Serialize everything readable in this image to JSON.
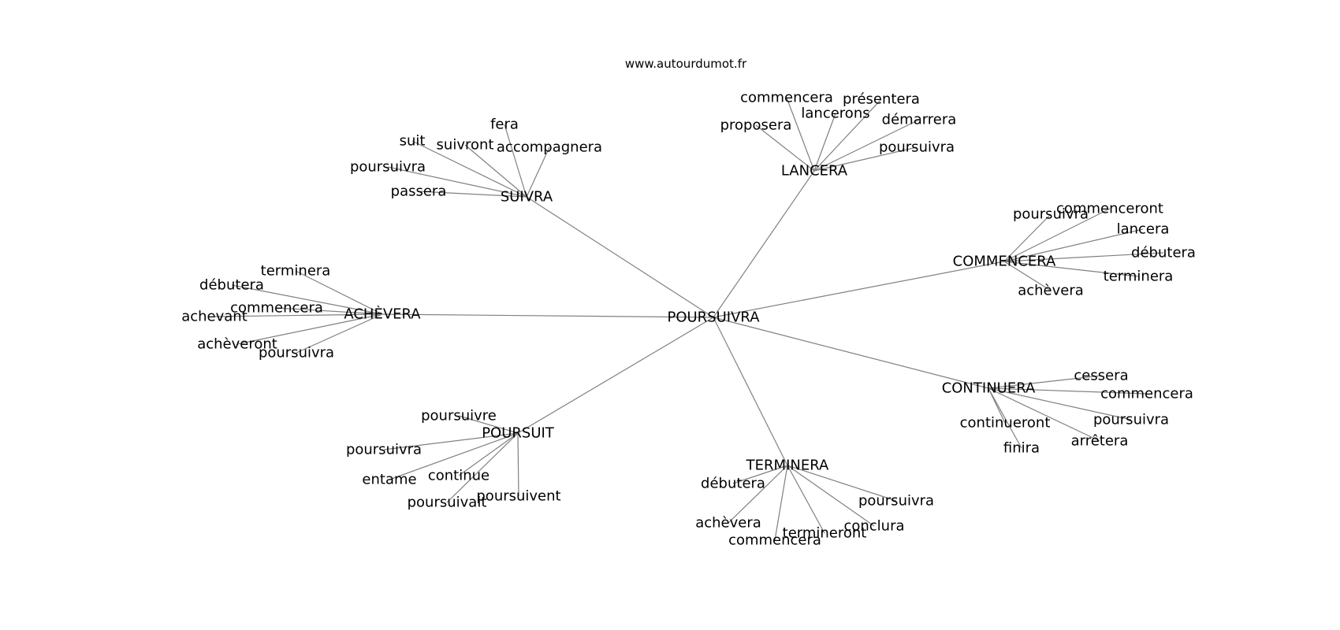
{
  "site": "www.autourdumot.fr",
  "center": {
    "label": "POURSUIVRA"
  },
  "hubs": [
    {
      "id": "suivra",
      "label": "SUIVRA",
      "leaves": [
        {
          "id": "fera",
          "label": "fera"
        },
        {
          "id": "suit",
          "label": "suit"
        },
        {
          "id": "suivront",
          "label": "suivront"
        },
        {
          "id": "accompagnera",
          "label": "accompagnera"
        },
        {
          "id": "poursuivra",
          "label": "poursuivra"
        },
        {
          "id": "passera",
          "label": "passera"
        }
      ]
    },
    {
      "id": "lancera",
      "label": "LANCERA",
      "leaves": [
        {
          "id": "commencera",
          "label": "commencera"
        },
        {
          "id": "presentera",
          "label": "présentera"
        },
        {
          "id": "lancerons",
          "label": "lancerons"
        },
        {
          "id": "proposera",
          "label": "proposera"
        },
        {
          "id": "demarrera",
          "label": "démarrera"
        },
        {
          "id": "poursuivra",
          "label": "poursuivra"
        }
      ]
    },
    {
      "id": "commencera",
      "label": "COMMENCERA",
      "leaves": [
        {
          "id": "poursuivra",
          "label": "poursuivra"
        },
        {
          "id": "commenceront",
          "label": "commenceront"
        },
        {
          "id": "lancera",
          "label": "lancera"
        },
        {
          "id": "debutera",
          "label": "débutera"
        },
        {
          "id": "terminera",
          "label": "terminera"
        },
        {
          "id": "achevera",
          "label": "achèvera"
        }
      ]
    },
    {
      "id": "achevera",
      "label": "ACHÈVERA",
      "leaves": [
        {
          "id": "terminera",
          "label": "terminera"
        },
        {
          "id": "debutera",
          "label": "débutera"
        },
        {
          "id": "commencera",
          "label": "commencera"
        },
        {
          "id": "achevant",
          "label": "achevant"
        },
        {
          "id": "acheveront",
          "label": "achèveront"
        },
        {
          "id": "poursuivra",
          "label": "poursuivra"
        }
      ]
    },
    {
      "id": "continuera",
      "label": "CONTINUERA",
      "leaves": [
        {
          "id": "cessera",
          "label": "cessera"
        },
        {
          "id": "commencera",
          "label": "commencera"
        },
        {
          "id": "continueront",
          "label": "continueront"
        },
        {
          "id": "poursuivra",
          "label": "poursuivra"
        },
        {
          "id": "arretera",
          "label": "arrêtera"
        },
        {
          "id": "finira",
          "label": "finira"
        }
      ]
    },
    {
      "id": "poursuit",
      "label": "POURSUIT",
      "leaves": [
        {
          "id": "poursuivre",
          "label": "poursuivre"
        },
        {
          "id": "poursuivra",
          "label": "poursuivra"
        },
        {
          "id": "continue",
          "label": "continue"
        },
        {
          "id": "entame",
          "label": "entame"
        },
        {
          "id": "poursuivent",
          "label": "poursuivent"
        },
        {
          "id": "poursuivait",
          "label": "poursuivait"
        }
      ]
    },
    {
      "id": "terminera",
      "label": "TERMINERA",
      "leaves": [
        {
          "id": "debutera",
          "label": "débutera"
        },
        {
          "id": "poursuivra",
          "label": "poursuivra"
        },
        {
          "id": "achevera",
          "label": "achèvera"
        },
        {
          "id": "conclura",
          "label": "conclura"
        },
        {
          "id": "termineront",
          "label": "termineront"
        },
        {
          "id": "commencera",
          "label": "commencera"
        }
      ]
    }
  ]
}
